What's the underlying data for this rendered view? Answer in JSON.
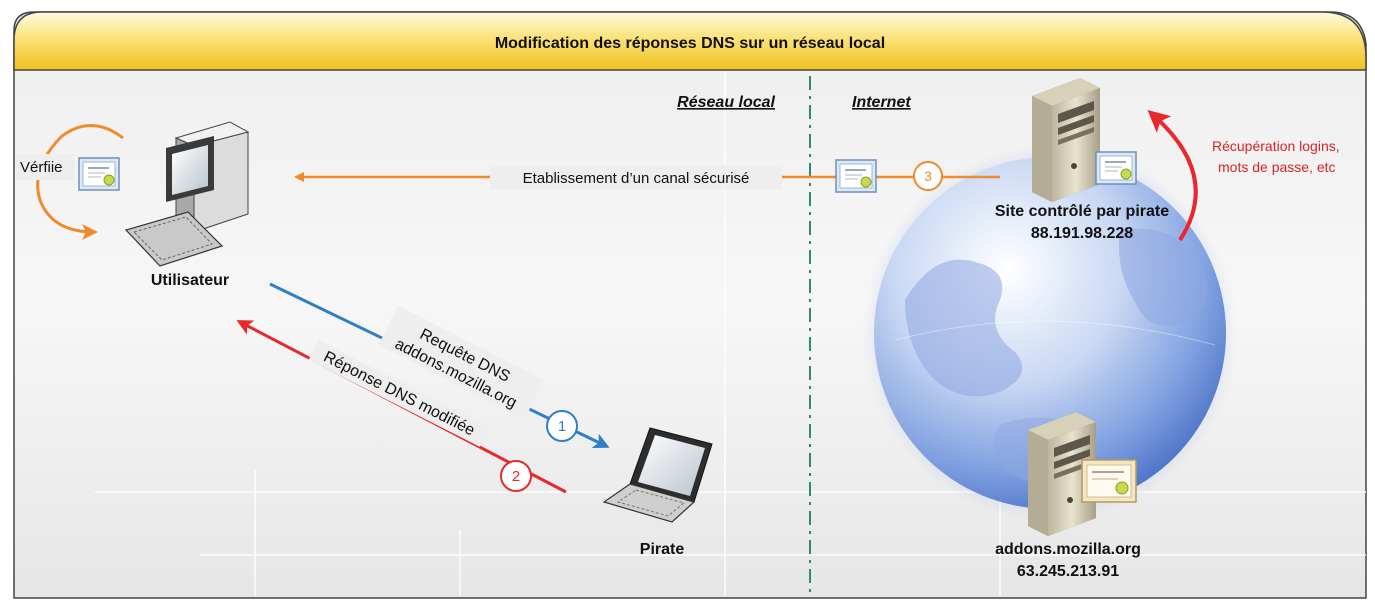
{
  "title": "Modification des réponses DNS sur un réseau local",
  "zones": {
    "local": "Réseau local",
    "internet": "Internet"
  },
  "labels": {
    "verify": "Vérfiie",
    "user": "Utilisateur",
    "pirate": "Pirate",
    "secure_channel": "Etablissement d’un canal sécurisé",
    "dns_request_line1": "Requête DNS",
    "dns_request_line2": "addons.mozilla.org",
    "dns_response": "Réponse DNS modifiée",
    "fake_site_name": "Site contrôlé par pirate",
    "fake_site_ip": "88.191.98.228",
    "theft_line1": "Récupération logins,",
    "theft_line2": "mots de passe, etc",
    "real_site_name": "addons.mozilla.org",
    "real_site_ip": "63.245.213.91"
  },
  "steps": {
    "one": "1",
    "two": "2",
    "three": "3"
  },
  "colors": {
    "banner": "#f6d23a",
    "orange_arrow": "#f08a2c",
    "blue_arrow": "#2f7fc8",
    "red_arrow": "#e8282b",
    "red_text": "#d92525",
    "divider": "#2e8b72"
  },
  "icons": {
    "user": "desktop-computer-icon",
    "pirate": "laptop-icon",
    "server": "server-tower-icon",
    "certificate": "certificate-icon",
    "globe": "globe-icon"
  }
}
